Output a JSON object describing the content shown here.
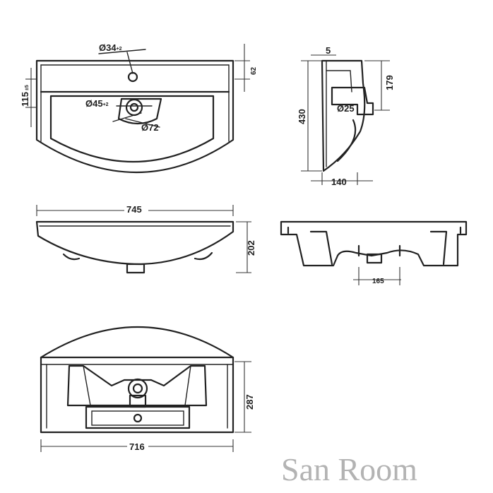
{
  "brand": "San Room",
  "dimensions": {
    "top_view": {
      "tap_hole": "Ø34",
      "tap_hole_tol": "+2",
      "waste_hole": "Ø45",
      "waste_hole_tol": "+2",
      "waste_outer": "Ø72",
      "deck_depth": "62",
      "tap_offset": "115",
      "tap_offset_tol": "±5"
    },
    "side_view": {
      "rim": "5",
      "height": "430",
      "waste_height": "179",
      "waste_pipe": "Ø25",
      "depth": "140"
    },
    "front_view": {
      "width": "745",
      "height": "202"
    },
    "section_view": {
      "bracket_spacing": "165"
    },
    "bottom_view": {
      "width": "716",
      "depth": "287"
    }
  }
}
